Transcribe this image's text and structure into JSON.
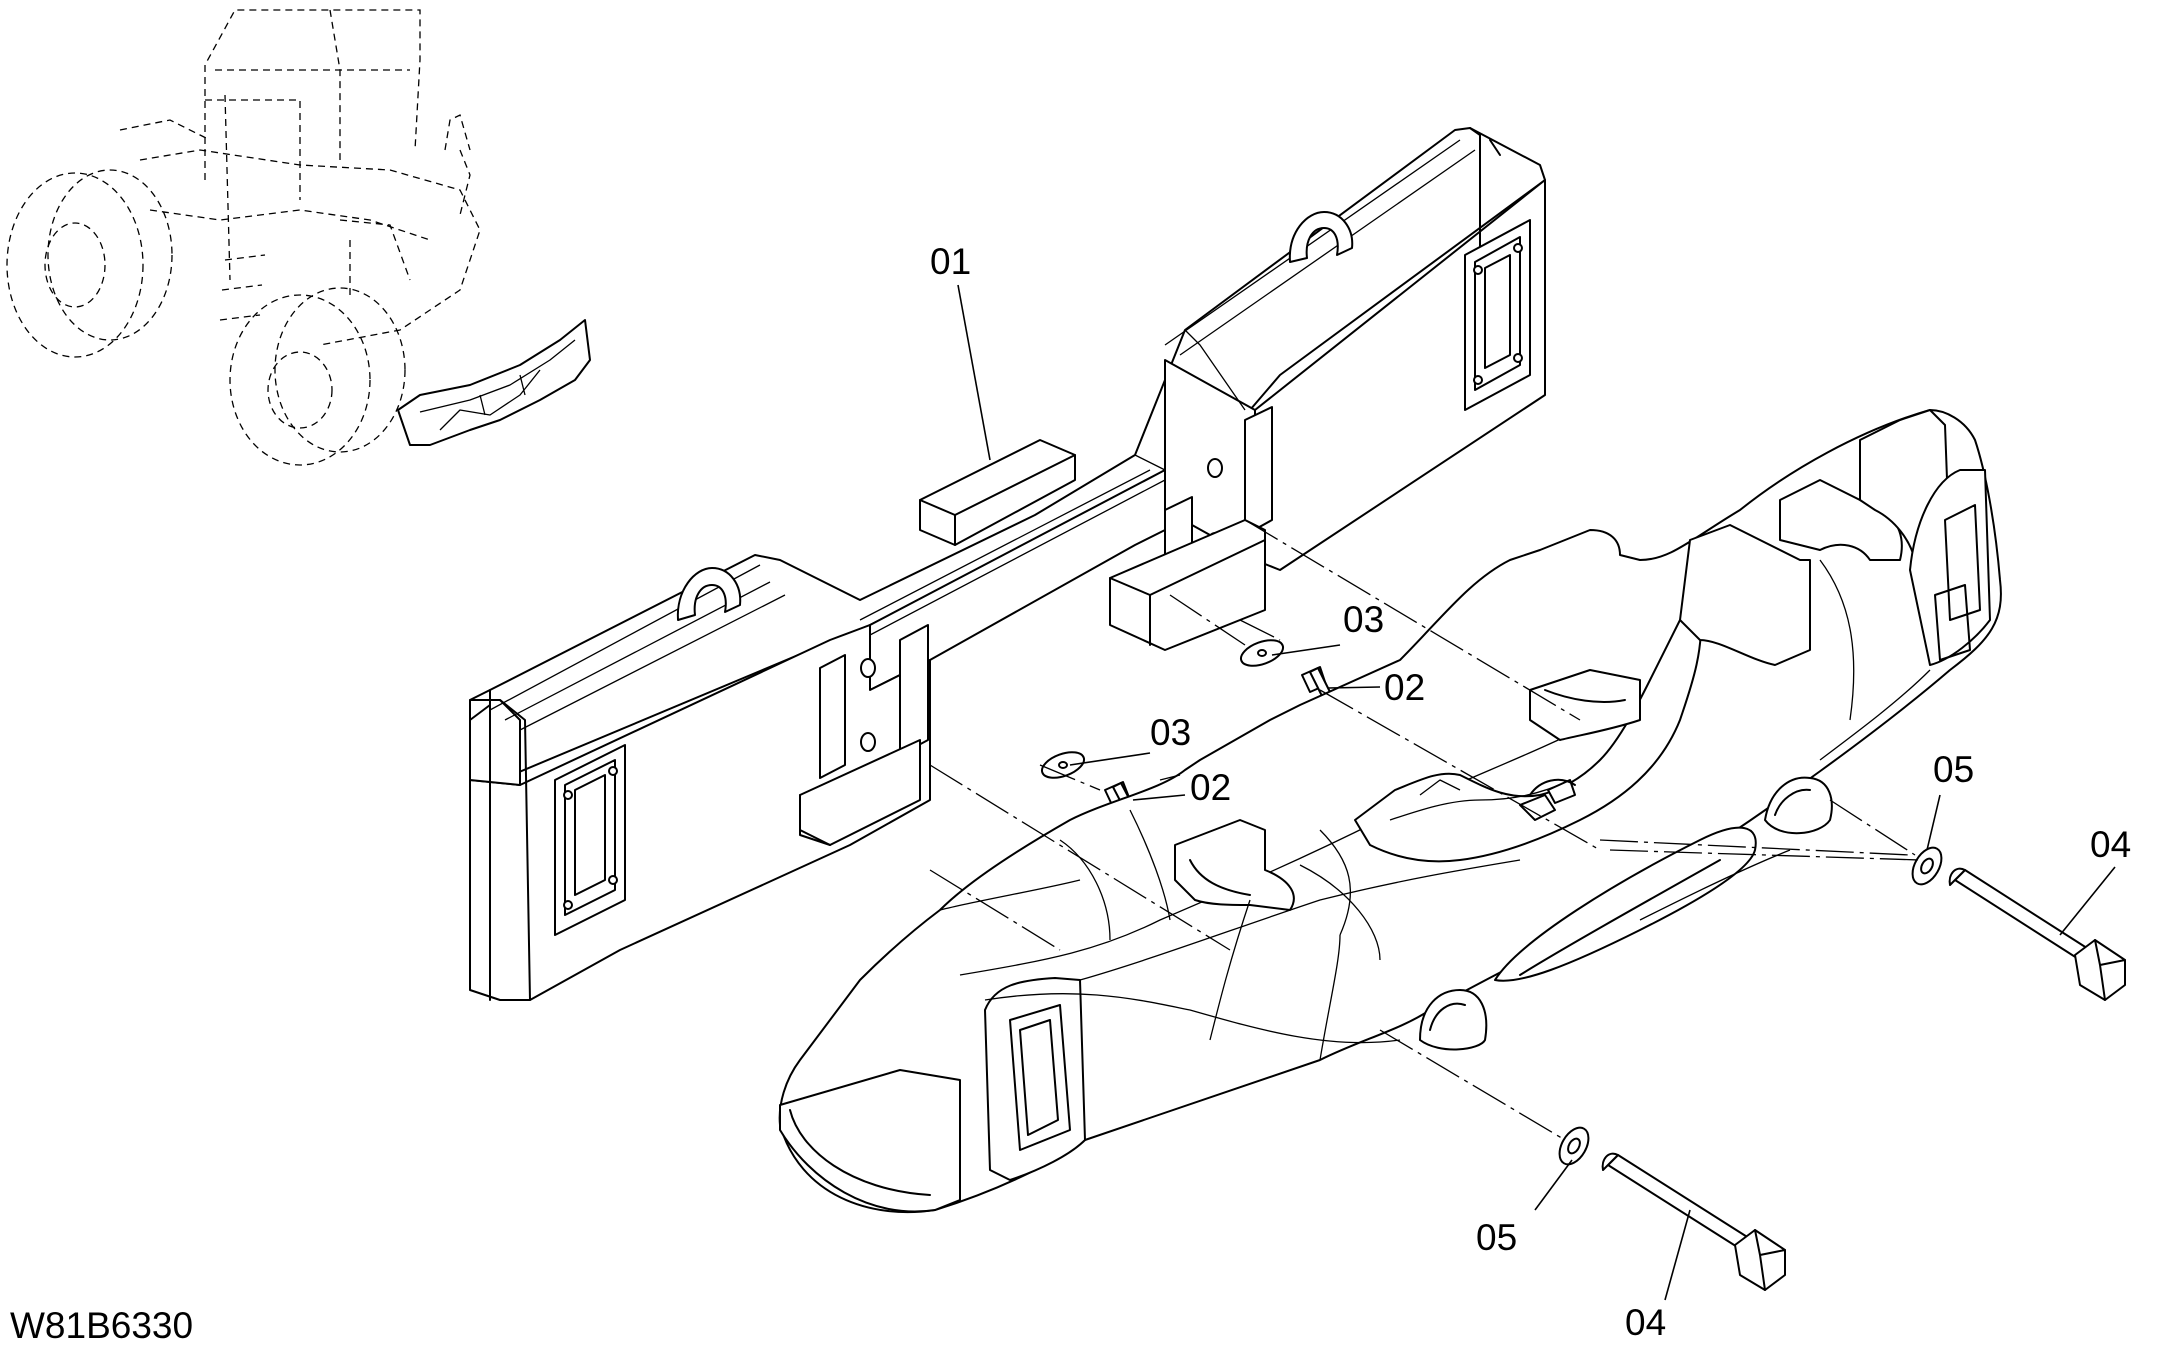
{
  "drawing_code": "W81B6330",
  "callouts": {
    "c01": "01",
    "c02a": "02",
    "c02b": "02",
    "c03a": "03",
    "c03b": "03",
    "c04a": "04",
    "c04b": "04",
    "c05a": "05",
    "c05b": "05"
  }
}
